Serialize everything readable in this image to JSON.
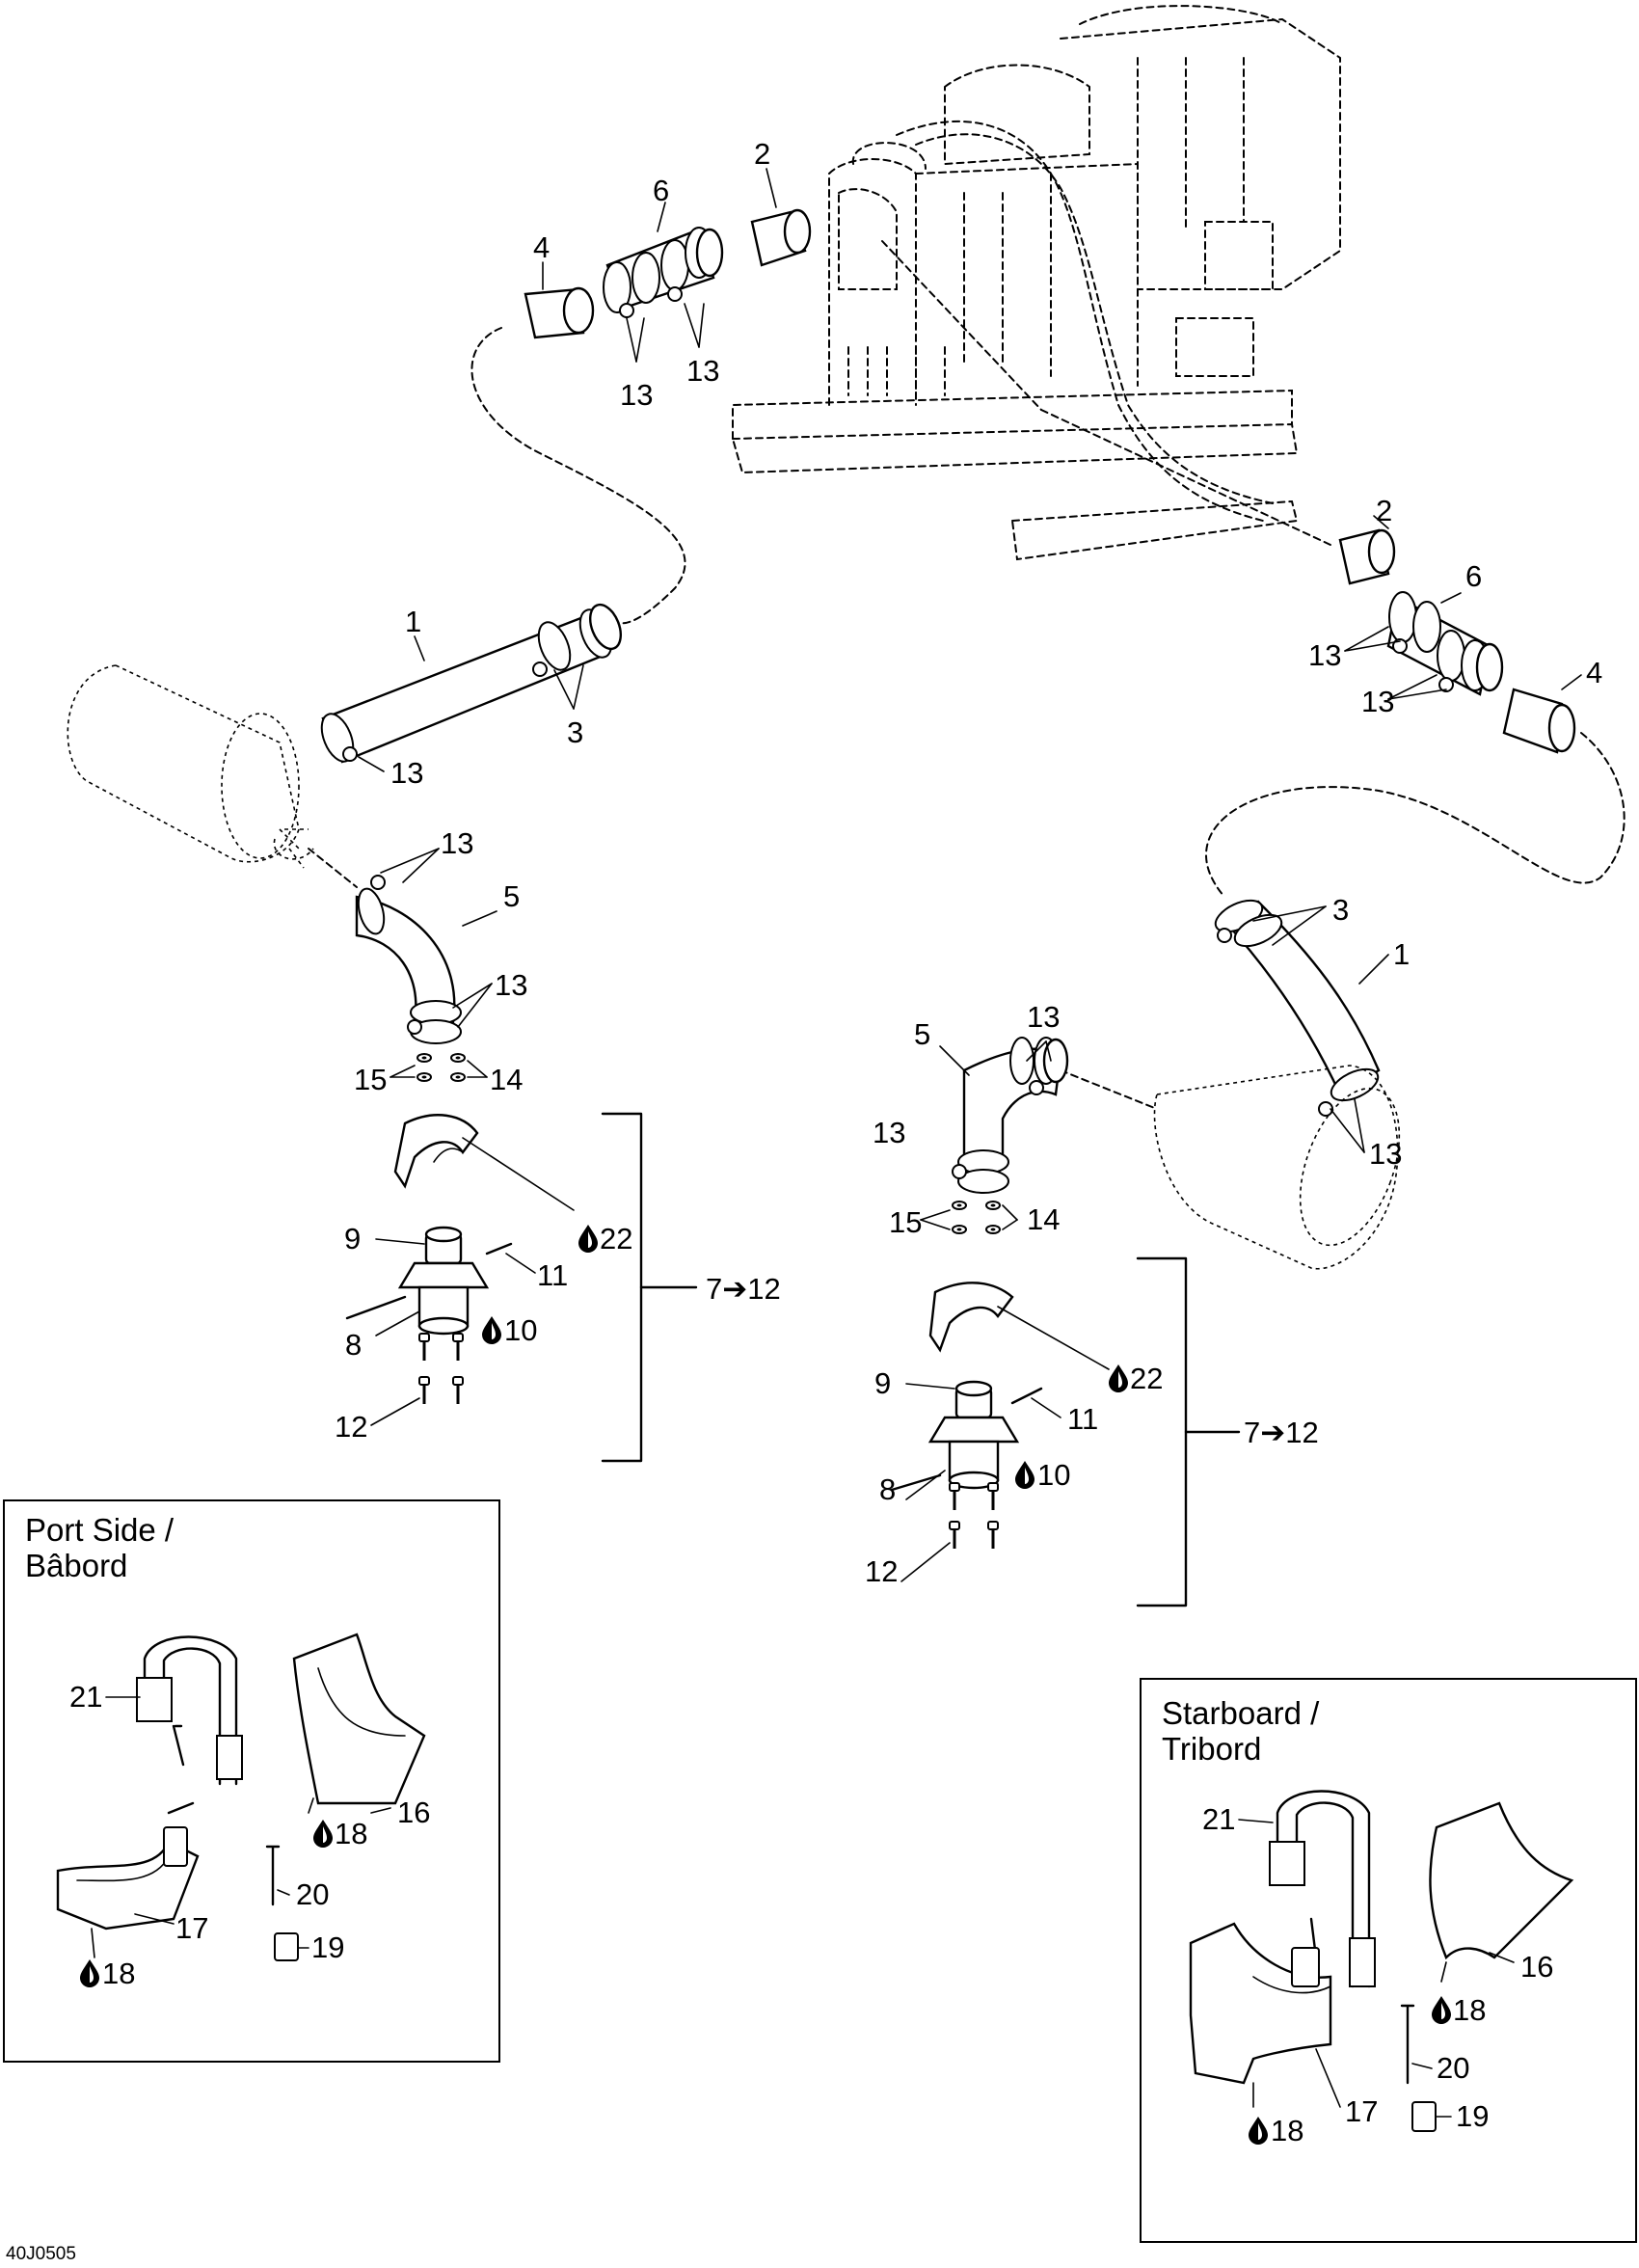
{
  "figure_code": "40J0505",
  "groups": [
    {
      "name": "Port Side / Bâbord",
      "title_line1": "Port Side /",
      "title_line2": "Bâbord"
    },
    {
      "name": "Starboard / Tribord",
      "title_line1": "Starboard /",
      "title_line2": "Tribord"
    }
  ],
  "callouts": {
    "c1": "1",
    "c2": "2",
    "c3": "3",
    "c4": "4",
    "c5": "5",
    "c6": "6",
    "c8": "8",
    "c9": "9",
    "c10": "10",
    "c11": "11",
    "c12": "12",
    "c13": "13",
    "c14": "14",
    "c15": "15",
    "c16": "16",
    "c17": "17",
    "c18": "18",
    "c19": "19",
    "c20": "20",
    "c21": "21",
    "c22": "22",
    "range_7_12": "7➔12"
  },
  "symbols": {
    "lubricant_drop": "drop-icon"
  }
}
